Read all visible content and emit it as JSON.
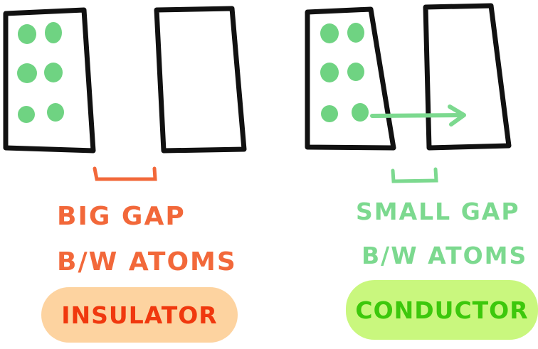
{
  "insulator_side": {
    "gap_label_line1": "BIG GAP",
    "gap_label_line2": "B/W ATOMS",
    "badge": "INSULATOR"
  },
  "conductor_side": {
    "gap_label_line1": "SMALL GAP",
    "gap_label_line2": "B/W ATOMS",
    "badge": "CONDUCTOR"
  },
  "colors": {
    "outline": "#111111",
    "electron": "#6FD382",
    "insulator_text": "#F2683A",
    "insulator_badge_bg": "#FDD3A0",
    "insulator_badge_text": "#F0380E",
    "conductor_text": "#7CD98F",
    "conductor_badge_bg": "#C9F77E",
    "conductor_badge_text": "#3CC80C"
  }
}
